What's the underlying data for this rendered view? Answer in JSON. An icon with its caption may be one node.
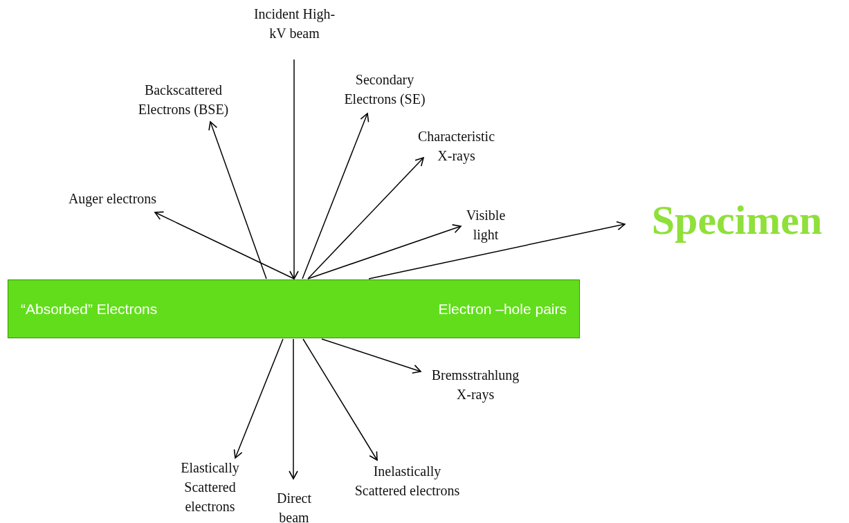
{
  "diagram": {
    "nodes": [
      {
        "text": [
          "“Absorbed” Electrons",
          "Electron –hole pairs"
        ]
      },
      {
        "text": [
          "Incident High-kV beam"
        ]
      },
      {
        "text": [
          "Backscattered Electrons (BSE)"
        ]
      },
      {
        "text": [
          "Secondary Electrons (SE)"
        ]
      },
      {
        "text": [
          "Characteristic X-rays"
        ]
      },
      {
        "text": [
          "Auger electrons"
        ]
      },
      {
        "text": [
          "Visible light"
        ]
      },
      {
        "text": [
          "Specimen"
        ]
      },
      {
        "text": [
          "Bremsstrahlung X-rays"
        ]
      },
      {
        "text": [
          "Elastically Scattered electrons"
        ]
      },
      {
        "text": [
          "Direct beam"
        ]
      },
      {
        "text": [
          "Inelastically Scattered electrons"
        ]
      }
    ],
    "edges": [
      {
        "from": 1,
        "to": 0,
        "arrow": "to"
      },
      {
        "from": 0,
        "to": 5,
        "arrow": "to"
      },
      {
        "from": 0,
        "to": 2,
        "arrow": "to"
      },
      {
        "from": 0,
        "to": 3,
        "arrow": "to"
      },
      {
        "from": 0,
        "to": 4,
        "arrow": "to"
      },
      {
        "from": 0,
        "to": 6,
        "arrow": "to"
      },
      {
        "from": 0,
        "to": 7,
        "arrow": "to"
      },
      {
        "from": 0,
        "to": 8,
        "arrow": "to"
      },
      {
        "from": 0,
        "to": 9,
        "arrow": "to"
      },
      {
        "from": 0,
        "to": 10,
        "arrow": "to"
      },
      {
        "from": 0,
        "to": 11,
        "arrow": "to"
      }
    ]
  }
}
